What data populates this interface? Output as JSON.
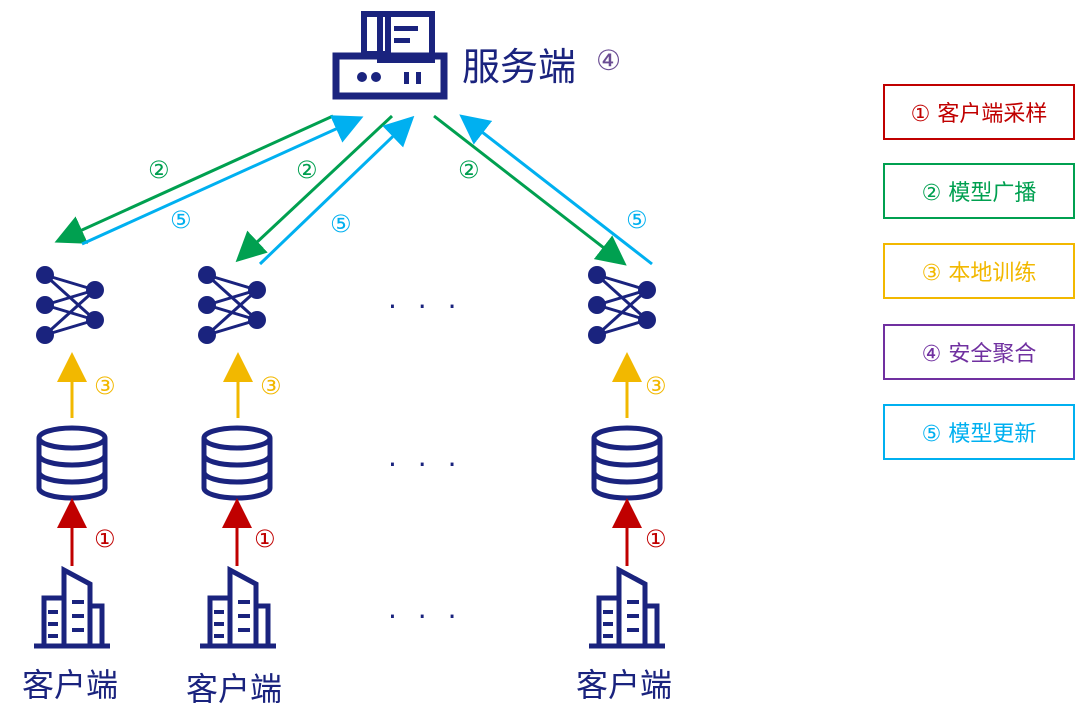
{
  "server": {
    "label": "服务端",
    "step": "④"
  },
  "clients": [
    {
      "label": "客户端"
    },
    {
      "label": "客户端"
    },
    {
      "label": "客户端"
    }
  ],
  "ellipsis": "· · ·",
  "steps": {
    "sampling": "①",
    "broadcast": "②",
    "local_train": "③",
    "update": "⑤"
  },
  "legend": [
    {
      "text": "① 客户端采样",
      "color": "#c00000"
    },
    {
      "text": "② 模型广播",
      "color": "#00a050"
    },
    {
      "text": "③ 本地训练",
      "color": "#f2b800"
    },
    {
      "text": "④ 安全聚合",
      "color": "#7030a0"
    },
    {
      "text": "⑤ 模型更新",
      "color": "#00b0f0"
    }
  ],
  "colors": {
    "navy": "#1a237e",
    "red": "#c00000",
    "green": "#00a050",
    "yellow": "#f2b800",
    "purple": "#7030a0",
    "blue": "#00b0f0"
  },
  "icons": [
    "server-icon",
    "neural-network-icon",
    "database-icon",
    "building-icon"
  ]
}
